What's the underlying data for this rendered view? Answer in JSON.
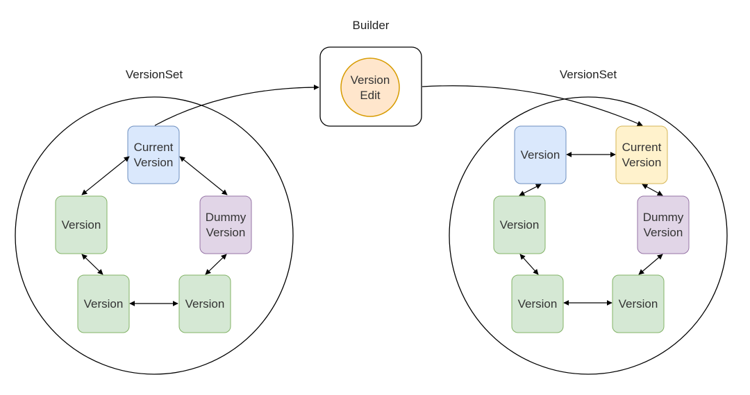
{
  "builder": {
    "label": "Builder",
    "edit_node": {
      "lines": [
        "Version",
        "Edit"
      ],
      "fill": "#ffe6cc",
      "stroke": "#d79b00"
    }
  },
  "version_sets": [
    {
      "label": "VersionSet",
      "nodes": [
        {
          "id": "current",
          "lines": [
            "Current",
            "Version"
          ],
          "fill": "#dae8fc",
          "stroke": "#6c8ebf"
        },
        {
          "id": "left",
          "lines": [
            "Version"
          ],
          "fill": "#d5e8d4",
          "stroke": "#82b366"
        },
        {
          "id": "dummy",
          "lines": [
            "Dummy",
            "Version"
          ],
          "fill": "#e1d5e7",
          "stroke": "#9673a6"
        },
        {
          "id": "bottom-left",
          "lines": [
            "Version"
          ],
          "fill": "#d5e8d4",
          "stroke": "#82b366"
        },
        {
          "id": "bottom-right",
          "lines": [
            "Version"
          ],
          "fill": "#d5e8d4",
          "stroke": "#82b366"
        }
      ]
    },
    {
      "label": "VersionSet",
      "nodes": [
        {
          "id": "top-left",
          "lines": [
            "Version"
          ],
          "fill": "#dae8fc",
          "stroke": "#6c8ebf"
        },
        {
          "id": "current",
          "lines": [
            "Current",
            "Version"
          ],
          "fill": "#fff2cc",
          "stroke": "#d6b656"
        },
        {
          "id": "left",
          "lines": [
            "Version"
          ],
          "fill": "#d5e8d4",
          "stroke": "#82b366"
        },
        {
          "id": "dummy",
          "lines": [
            "Dummy",
            "Version"
          ],
          "fill": "#e1d5e7",
          "stroke": "#9673a6"
        },
        {
          "id": "bottom-left",
          "lines": [
            "Version"
          ],
          "fill": "#d5e8d4",
          "stroke": "#82b366"
        },
        {
          "id": "bottom-right",
          "lines": [
            "Version"
          ],
          "fill": "#d5e8d4",
          "stroke": "#82b366"
        }
      ]
    }
  ]
}
